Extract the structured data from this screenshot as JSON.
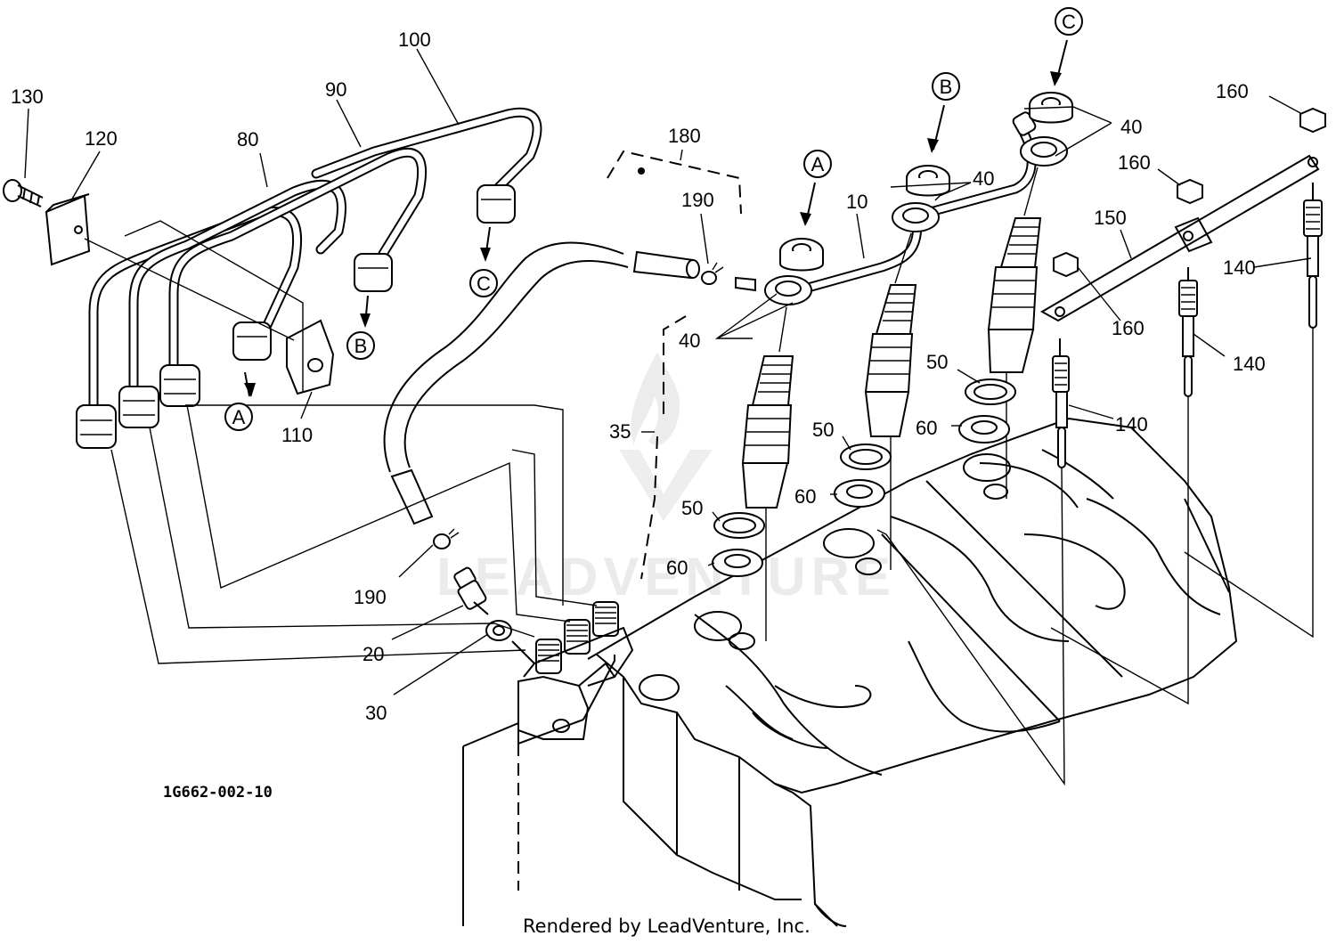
{
  "diagram": {
    "part_labels": [
      {
        "id": "130",
        "text": "130"
      },
      {
        "id": "120",
        "text": "120"
      },
      {
        "id": "100",
        "text": "100"
      },
      {
        "id": "90",
        "text": "90"
      },
      {
        "id": "80",
        "text": "80"
      },
      {
        "id": "110",
        "text": "110"
      },
      {
        "id": "180",
        "text": "180"
      },
      {
        "id": "190a",
        "text": "190"
      },
      {
        "id": "190b",
        "text": "190"
      },
      {
        "id": "10",
        "text": "10"
      },
      {
        "id": "40a",
        "text": "40"
      },
      {
        "id": "40b",
        "text": "40"
      },
      {
        "id": "40c",
        "text": "40"
      },
      {
        "id": "35",
        "text": "35"
      },
      {
        "id": "50a",
        "text": "50"
      },
      {
        "id": "50b",
        "text": "50"
      },
      {
        "id": "50c",
        "text": "50"
      },
      {
        "id": "60a",
        "text": "60"
      },
      {
        "id": "60b",
        "text": "60"
      },
      {
        "id": "60c",
        "text": "60"
      },
      {
        "id": "20",
        "text": "20"
      },
      {
        "id": "30",
        "text": "30"
      },
      {
        "id": "160a",
        "text": "160"
      },
      {
        "id": "160b",
        "text": "160"
      },
      {
        "id": "160c",
        "text": "160"
      },
      {
        "id": "150",
        "text": "150"
      },
      {
        "id": "140a",
        "text": "140"
      },
      {
        "id": "140b",
        "text": "140"
      },
      {
        "id": "140c",
        "text": "140"
      }
    ],
    "callouts": [
      {
        "id": "A1",
        "text": "A"
      },
      {
        "id": "B1",
        "text": "B"
      },
      {
        "id": "C1",
        "text": "C"
      },
      {
        "id": "A2",
        "text": "A"
      },
      {
        "id": "B2",
        "text": "B"
      },
      {
        "id": "C2",
        "text": "C"
      }
    ],
    "figure_code": "1G662-002-10",
    "watermark": "LEADVENTURE",
    "footer": "Rendered by LeadVenture, Inc."
  }
}
